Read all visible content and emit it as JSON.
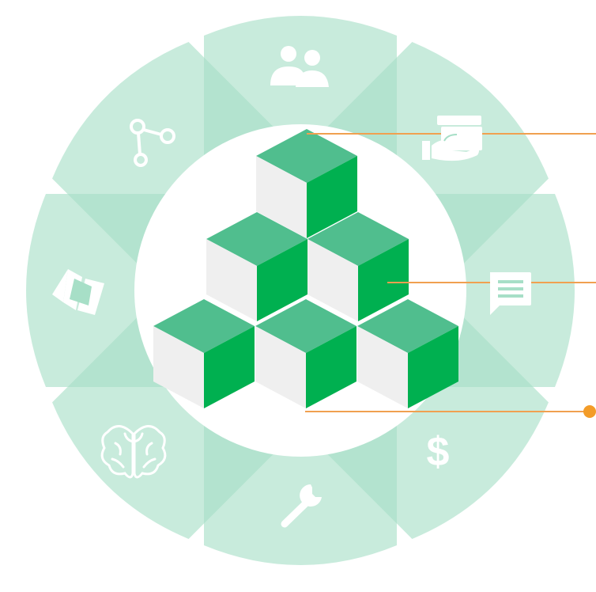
{
  "colors": {
    "petal": "#a7dfc7",
    "petal_overlap": "#7fceac",
    "center_circle": "#ffffff",
    "cube_top": "#50be8e",
    "cube_right": "#00b050",
    "cube_left": "#efefef",
    "icon": "#ffffff",
    "leader_line": "#f0a050",
    "leader_dot": "#f39c28"
  },
  "petals": [
    {
      "id": "top",
      "icon": "people-icon"
    },
    {
      "id": "top-right",
      "icon": "hand-money-icon"
    },
    {
      "id": "right",
      "icon": "chat-icon"
    },
    {
      "id": "bottom-right",
      "icon": "dollar-icon",
      "glyph": "$"
    },
    {
      "id": "bottom",
      "icon": "wrench-icon"
    },
    {
      "id": "bottom-left",
      "icon": "brain-icon"
    },
    {
      "id": "left",
      "icon": "map-icon"
    },
    {
      "id": "top-left",
      "icon": "share-icon"
    }
  ],
  "center": {
    "description_icon": "cube-pyramid",
    "rows": [
      1,
      2,
      3
    ]
  },
  "leaders": [
    {
      "id": "top",
      "has_dot": false
    },
    {
      "id": "middle",
      "has_dot": false
    },
    {
      "id": "bottom",
      "has_dot": true
    }
  ]
}
